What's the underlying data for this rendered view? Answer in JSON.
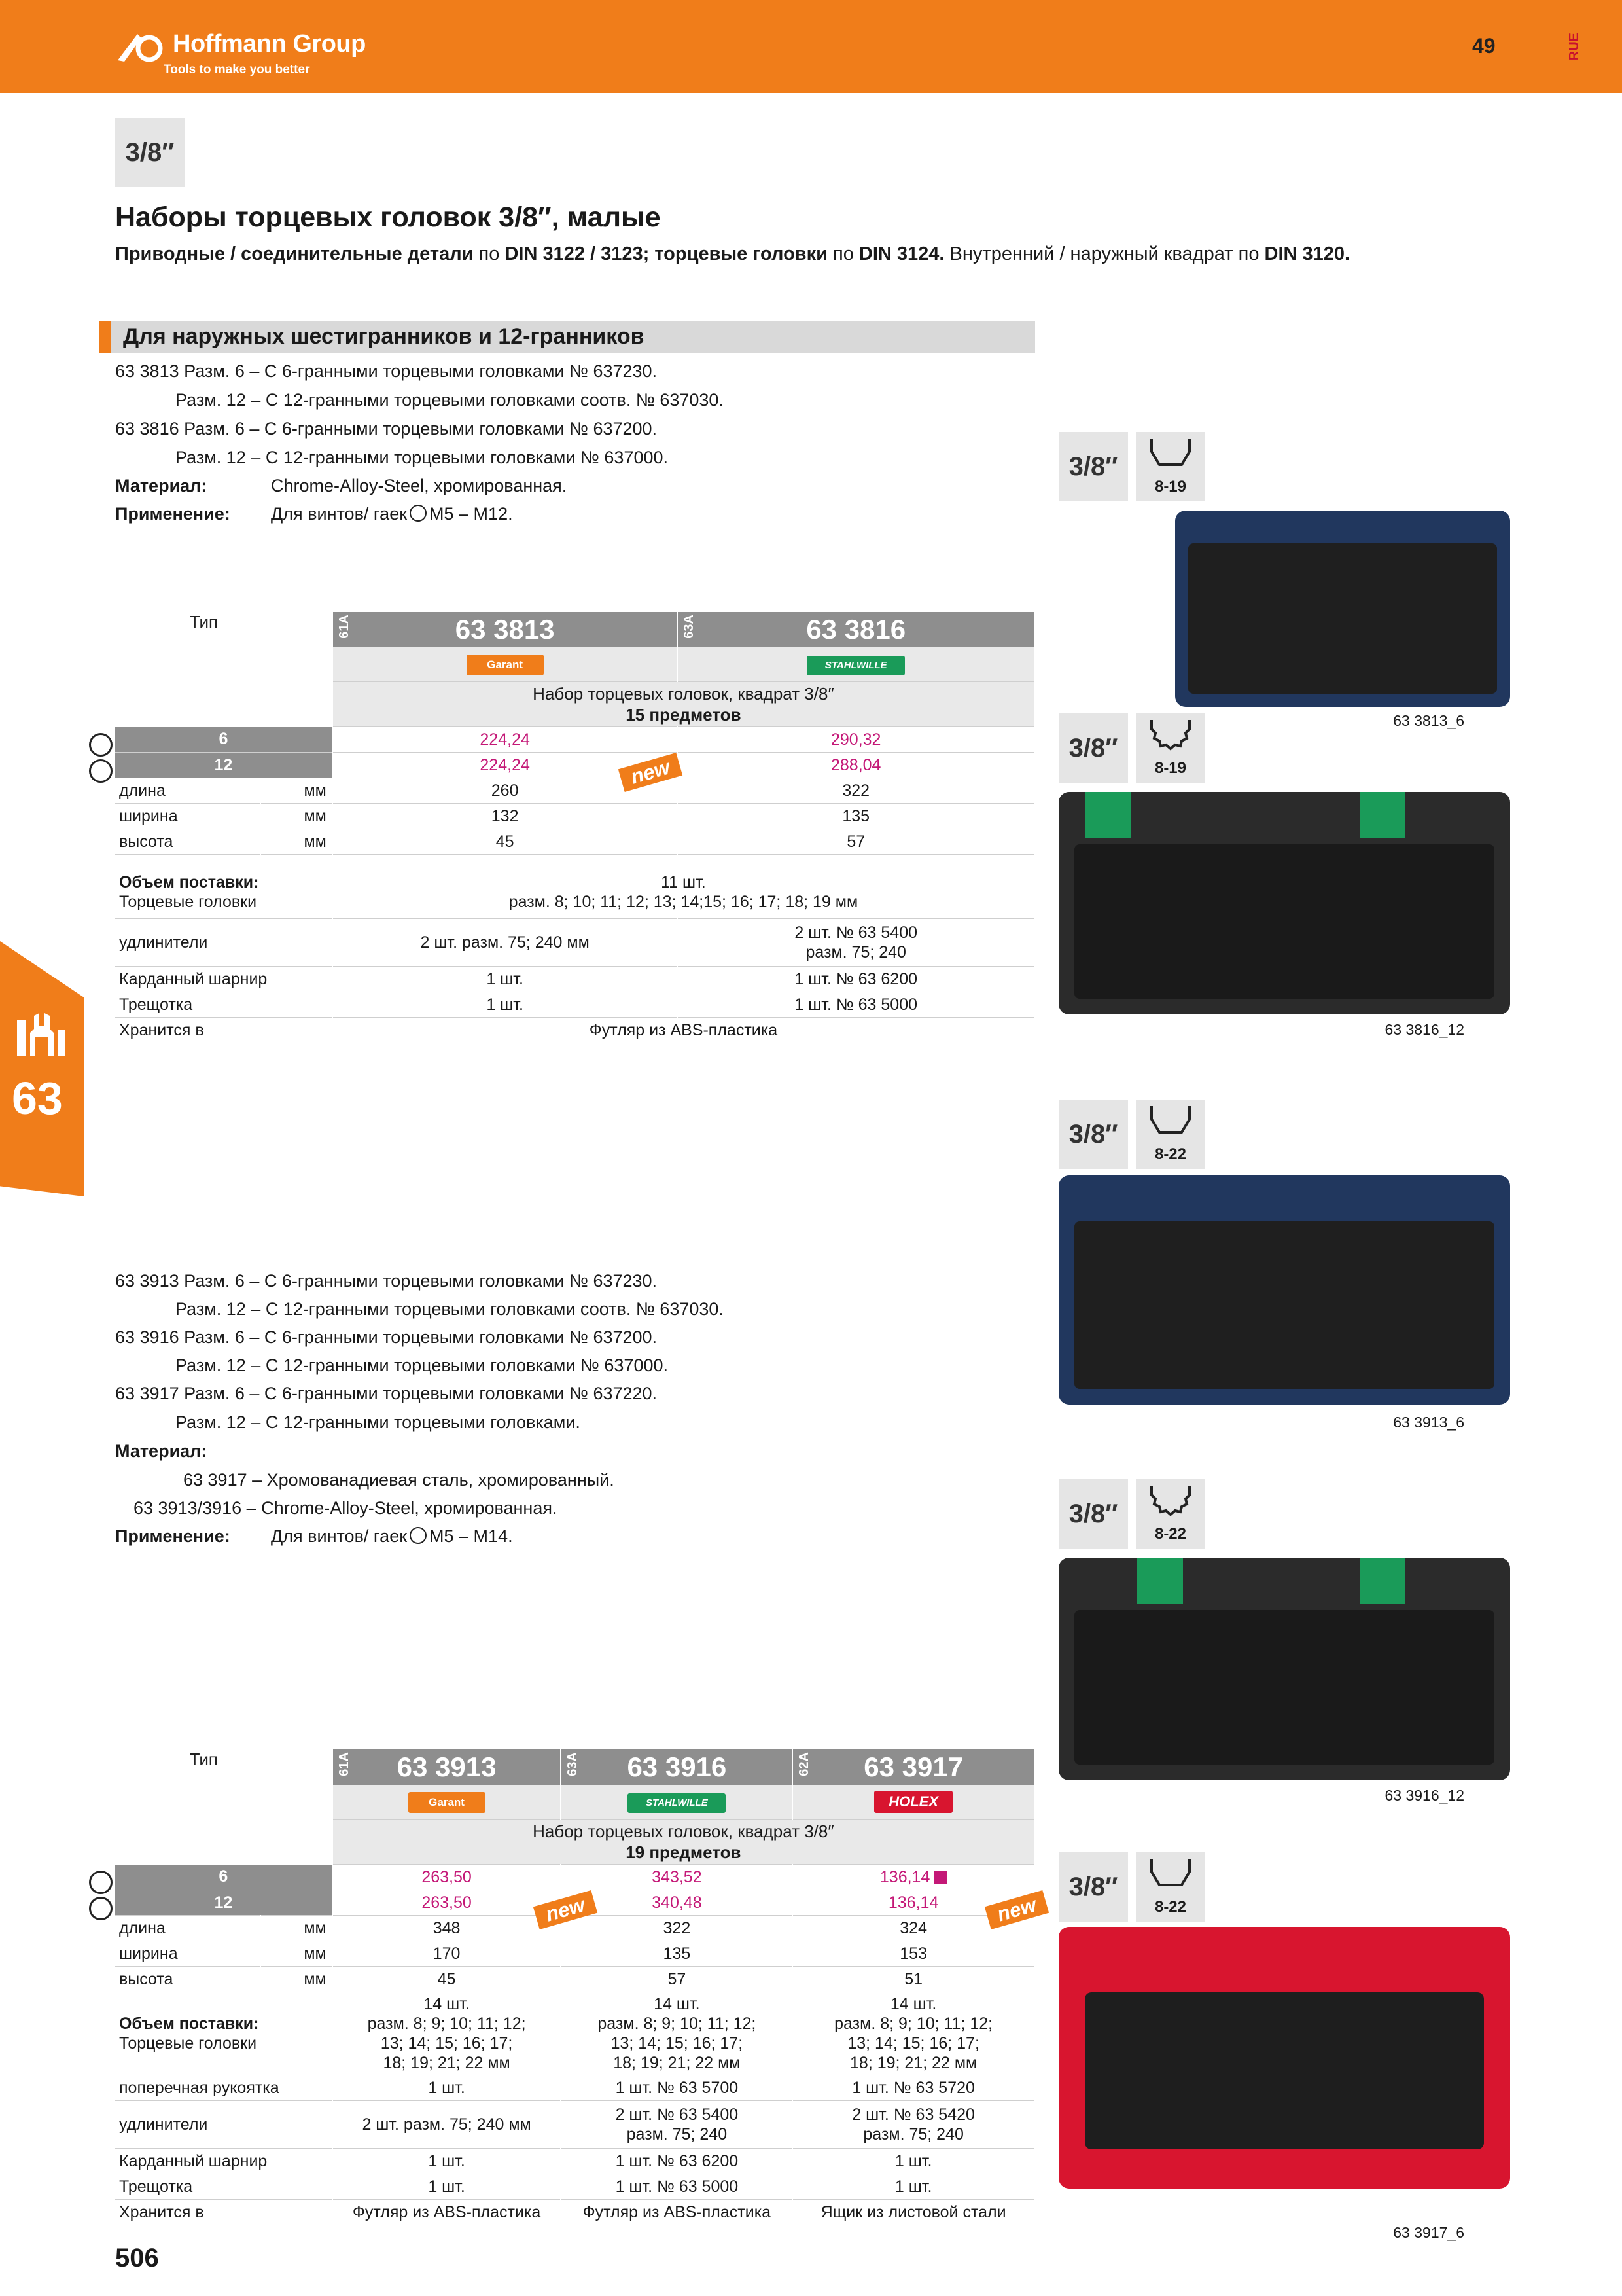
{
  "header": {
    "brand": "Hoffmann Group",
    "tagline": "Tools to make you better",
    "page_number": "49",
    "language": "RUE"
  },
  "side_tab": {
    "number": "63"
  },
  "size_label": "3/8″",
  "title": "Наборы торцевых головок 3/8″, малые",
  "subtitle": {
    "b1": "Приводные / соединительные детали",
    "t1": " по ",
    "b2": "DIN 3122 / 3123; торцевые головки",
    "t2": " по ",
    "b3": "DIN 3124.",
    "t3": " Внутренний / наружный квадрат по ",
    "b4": "DIN 3120."
  },
  "section_heading": "Для наружных шестигранников и 12-гранников",
  "block1": {
    "lines": [
      "63 3813 Разм. 6 – С 6-гранными торцевыми головками № 637230.",
      "Разм. 12 – С 12-гранными торцевыми головками соотв. № 637030.",
      "63 3816 Разм. 6 – С 6-гранными торцевыми головками № 637200.",
      "Разм. 12 – С 12-гранными торцевыми головками № 637000."
    ],
    "material_label": "Материал:",
    "material_value": "Chrome-Alloy-Steel, хромированная.",
    "usage_label": "Применение:",
    "usage_prefix": "Для винтов/ гаек",
    "usage_range": "M5 – M12."
  },
  "table1": {
    "type_label": "Тип",
    "products": [
      {
        "type_code": "61A",
        "number": "63 3813",
        "brand": "Garant"
      },
      {
        "type_code": "63A",
        "number": "63 3816",
        "brand": "STAHLWILLE"
      }
    ],
    "description": "Набор торцевых головок, квадрат 3/8″",
    "pieces": "15 предметов",
    "rows": {
      "size6": {
        "label": "6",
        "values": [
          "224,24",
          "290,32"
        ]
      },
      "size12": {
        "label": "12",
        "values": [
          "224,24",
          "288,04"
        ]
      },
      "length": {
        "label": "длина",
        "unit": "мм",
        "values": [
          "260",
          "322"
        ]
      },
      "width": {
        "label": "ширина",
        "unit": "мм",
        "values": [
          "132",
          "135"
        ]
      },
      "height": {
        "label": "высота",
        "unit": "мм",
        "values": [
          "45",
          "57"
        ]
      },
      "scope": {
        "label": "Объем поставки:",
        "sublabel": "Торцевые головки",
        "count": "11 шт.",
        "sizes": "разм. 8; 10; 11; 12; 13; 14;15; 16; 17; 18; 19 мм"
      },
      "ext": {
        "label": "удлинители",
        "values": [
          "2 шт. разм. 75; 240 мм",
          "2 шт. № 63 5400",
          "разм. 75; 240"
        ]
      },
      "joint": {
        "label": "Карданный шарнир",
        "values": [
          "1 шт.",
          "1 шт. № 63 6200"
        ]
      },
      "ratchet": {
        "label": "Трещотка",
        "values": [
          "1 шт.",
          "1 шт. № 63 5000"
        ]
      },
      "storage": {
        "label": "Хранится в",
        "value": "Футляр из ABS-пластика"
      }
    },
    "new_badge": "new"
  },
  "block2": {
    "lines": [
      "63 3913 Разм. 6 – С 6-гранными торцевыми головками № 637230.",
      "Разм. 12 – С 12-гранными торцевыми головками соотв. № 637030.",
      "63 3916 Разм. 6 – С 6-гранными торцевыми головками № 637200.",
      "Разм. 12 – С 12-гранными торцевыми головками № 637000.",
      "63 3917 Разм. 6 – С 6-гранными торцевыми головками № 637220.",
      "Разм. 12 – С 12-гранными торцевыми головками."
    ],
    "material_label": "Материал:",
    "material_lines": [
      "63 3917 – Хромованадиевая сталь, хромированный.",
      "63 3913/3916 – Chrome-Alloy-Steel, хромированная."
    ],
    "usage_label": "Применение:",
    "usage_prefix": "Для винтов/ гаек",
    "usage_range": "M5 – M14."
  },
  "table2": {
    "type_label": "Тип",
    "products": [
      {
        "type_code": "61A",
        "number": "63 3913",
        "brand": "Garant"
      },
      {
        "type_code": "63A",
        "number": "63 3916",
        "brand": "STAHLWILLE"
      },
      {
        "type_code": "62A",
        "number": "63 3917",
        "brand": "HOLEX"
      }
    ],
    "description": "Набор торцевых головок, квадрат 3/8″",
    "pieces": "19 предметов",
    "rows": {
      "size6": {
        "label": "6",
        "values": [
          "263,50",
          "343,52",
          "136,14"
        ]
      },
      "size12": {
        "label": "12",
        "values": [
          "263,50",
          "340,48",
          "136,14"
        ]
      },
      "length": {
        "label": "длина",
        "unit": "мм",
        "values": [
          "348",
          "322",
          "324"
        ]
      },
      "width": {
        "label": "ширина",
        "unit": "мм",
        "values": [
          "170",
          "135",
          "153"
        ]
      },
      "height": {
        "label": "высота",
        "unit": "мм",
        "values": [
          "45",
          "57",
          "51"
        ]
      },
      "scope": {
        "label": "Объем поставки:",
        "sublabel": "Торцевые головки",
        "lines": [
          "14 шт.",
          "разм. 8; 9; 10; 11; 12;",
          "13; 14; 15; 16; 17;",
          "18; 19; 21; 22 мм"
        ]
      },
      "handle": {
        "label": "поперечная рукоятка",
        "values": [
          "1 шт.",
          "1 шт. № 63 5700",
          "1 шт. № 63 5720"
        ]
      },
      "ext": {
        "label": "удлинители",
        "values": [
          "2 шт. разм. 75; 240 мм",
          "2 шт. № 63 5400",
          "разм. 75; 240",
          "2 шт. № 63 5420",
          "разм. 75; 240"
        ]
      },
      "joint": {
        "label": "Карданный шарнир",
        "values": [
          "1 шт.",
          "1 шт. № 63 6200",
          "1 шт."
        ]
      },
      "ratchet": {
        "label": "Трещотка",
        "values": [
          "1 шт.",
          "1 шт. № 63 5000",
          "1 шт."
        ]
      },
      "storage": {
        "label": "Хранится в",
        "values": [
          "Футляр из ABS-пластика",
          "Футляр из ABS-пластика",
          "Ящик из листовой стали"
        ]
      }
    },
    "new_badge": "new"
  },
  "right_column": [
    {
      "size": "3/8″",
      "range": "8-19",
      "kind": "hex",
      "caption": "63 3813_6"
    },
    {
      "size": "3/8″",
      "range": "8-19",
      "kind": "12pt",
      "caption": "63 3816_12"
    },
    {
      "size": "3/8″",
      "range": "8-22",
      "kind": "hex",
      "caption": "63 3913_6"
    },
    {
      "size": "3/8″",
      "range": "8-22",
      "kind": "12pt",
      "caption": "63 3916_12"
    },
    {
      "size": "3/8″",
      "range": "8-22",
      "kind": "hex",
      "caption": "63 3917_6"
    }
  ],
  "footer": {
    "page_number": "506"
  },
  "colors": {
    "orange": "#f07d1a",
    "price_pink": "#c41877",
    "header_gray": "#8e8e8e",
    "row_gray": "#e9e9e9"
  }
}
